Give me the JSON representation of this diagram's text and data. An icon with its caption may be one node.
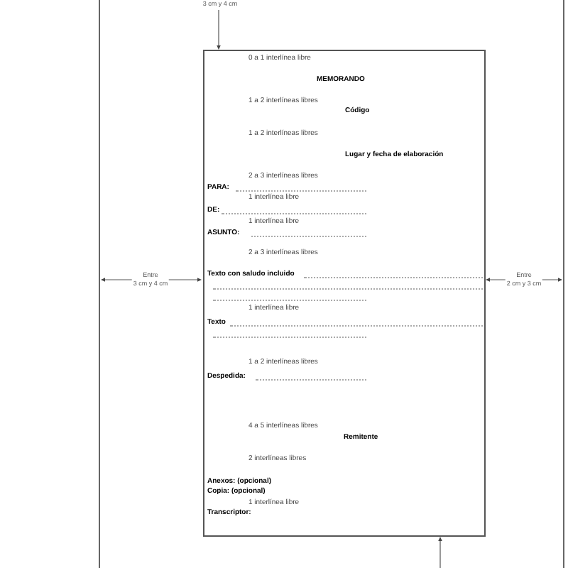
{
  "diagram": {
    "nodes": [
      {
        "text": [
          "0 a 1 interlínea libre",
          "MEMORANDO",
          "1 a 2 interlíneas libres",
          "Código",
          "1 a 2 interlíneas libres",
          "Lugar y fecha de elaboración",
          "2 a 3 interlíneas libres",
          "PARA:",
          "1 interlínea libre",
          "DE:",
          "1 interlínea libre",
          "ASUNTO:",
          "2 a 3 interlíneas libres",
          "Texto con saludo incluido",
          "1 interlínea libre",
          "Texto",
          "1 a 2 interlíneas libres",
          "Despedida:",
          "4 a 5 interlíneas libres",
          "Remitente",
          "2 interlíneas libres",
          "Anexos: (opcional)",
          "Copia: (opcional)",
          "1 interlínea libre",
          "Transcriptor:"
        ]
      }
    ],
    "labels": [
      "3 cm y 4 cm",
      "Entre 3 cm y 4 cm",
      "Entre 2 cm y 3 cm"
    ]
  }
}
